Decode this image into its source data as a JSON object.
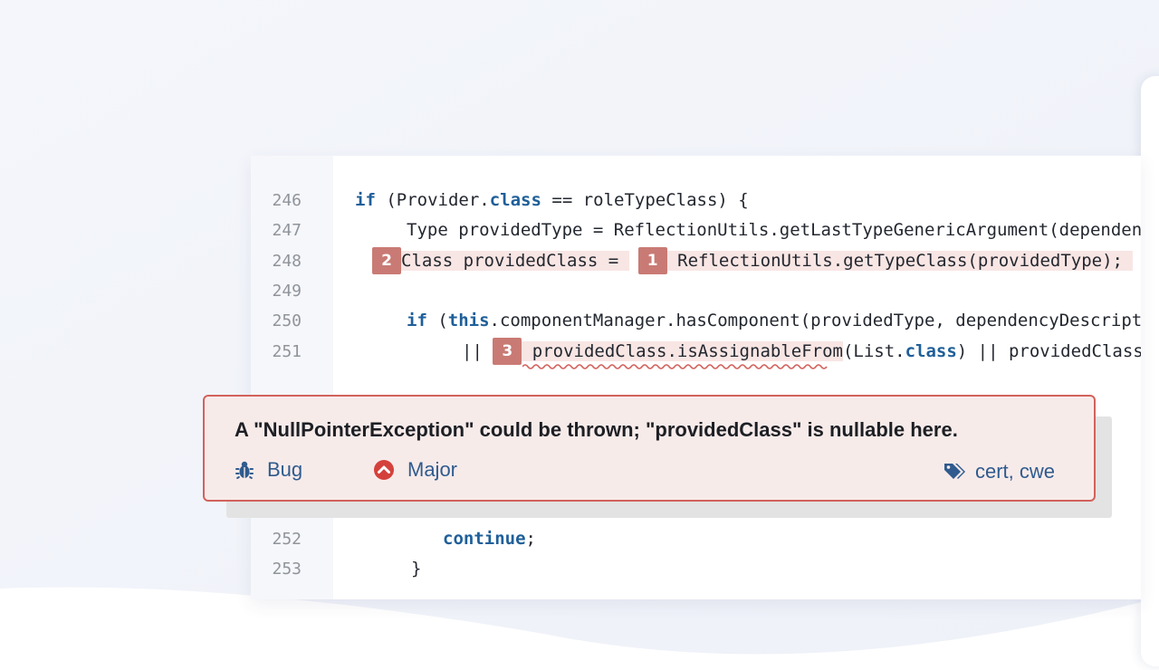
{
  "code": {
    "line_numbers": [
      "246",
      "247",
      "248",
      "249",
      "250",
      "251",
      "252",
      "253"
    ],
    "l246": {
      "kw_if": "if",
      "t1": " (Provider.",
      "kw_class": "class",
      "t2": " == roleTypeClass) {"
    },
    "l247": {
      "text": "Type providedType = ReflectionUtils.getLastTypeGenericArgument(dependen"
    },
    "l248": {
      "marker_2": "2",
      "seg_a": "Class providedClass = ",
      "marker_1": "1",
      "seg_b": "ReflectionUtils.getTypeClass(providedType);"
    },
    "l250": {
      "kw_if": "if",
      "t1": " (",
      "kw_this": "this",
      "t2": ".componentManager.hasComponent(providedType, dependencyDescript"
    },
    "l251": {
      "t0": "|| ",
      "marker_3": "3",
      "seg": "providedClass.isAssignableFrom",
      "t1": "(List.",
      "kw_class": "class",
      "t2": ") || providedClass."
    },
    "l252": {
      "kw_continue": "continue",
      "t1": ";"
    },
    "l253": {
      "text": "}"
    }
  },
  "issue": {
    "message": "A \"NullPointerException\" could be thrown; \"providedClass\" is nullable here.",
    "type_label": "Bug",
    "type_icon": "bug-icon",
    "severity_label": "Major",
    "severity_icon": "major-severity-icon",
    "tags_label": "cert, cwe",
    "tags_icon": "tag-icon"
  },
  "colors": {
    "keyword": "#1f5f99",
    "marker": "#c97a74",
    "highlight": "#f8e6e4",
    "issue_border": "#d2625c",
    "issue_bg": "#f7ebea",
    "meta_text": "#2f5b8e",
    "severity_major": "#d4413b"
  }
}
